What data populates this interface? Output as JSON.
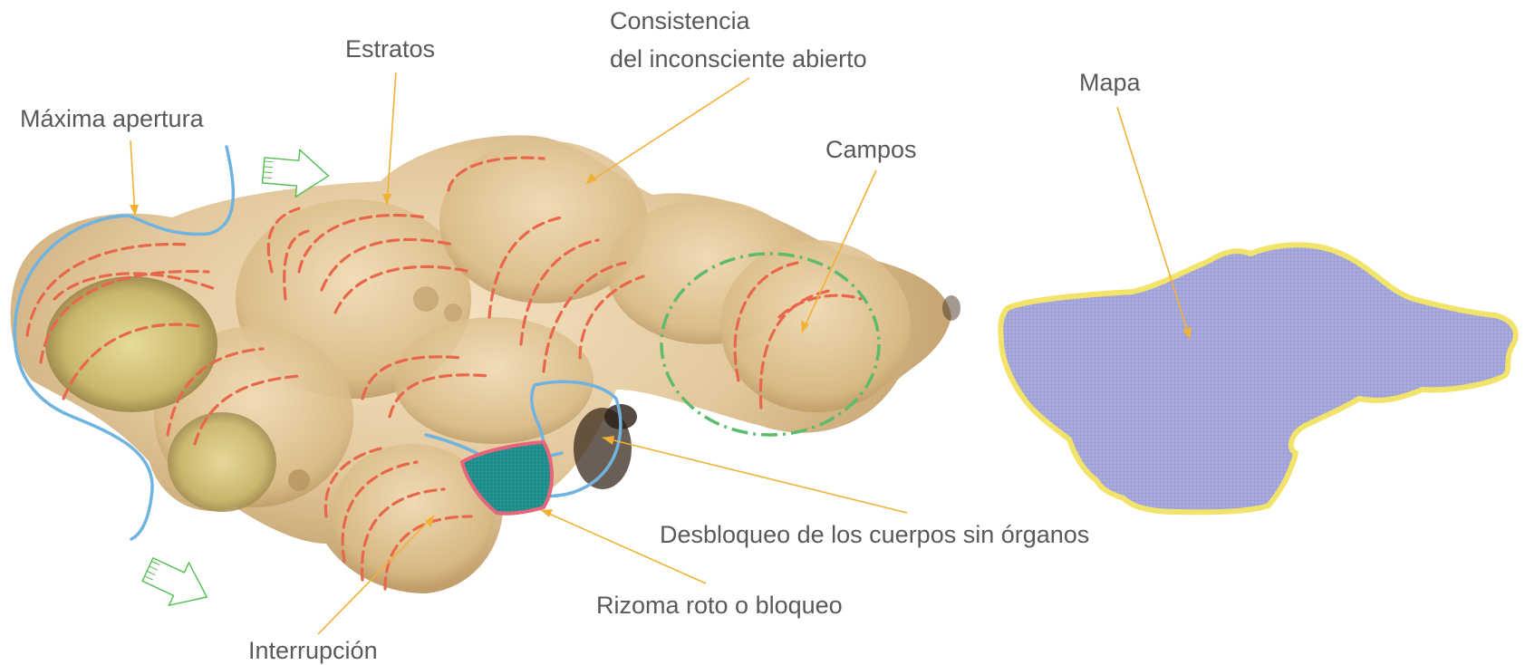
{
  "labels": {
    "estratos": "Estratos",
    "consistencia_1": "Consistencia",
    "consistencia_2": "del inconsciente abierto",
    "maxima_apertura": "Máxima apertura",
    "mapa": "Mapa",
    "campos": "Campos",
    "desbloqueo": "Desbloqueo de los cuerpos sin órganos",
    "rizoma_roto": "Rizoma roto o bloqueo",
    "interrupcion": "Interrupción"
  },
  "colors": {
    "label_text": "#595959",
    "leader_line": "#F2B134",
    "strata_lines": "#E8674A",
    "open_boundary": "#6FB4E0",
    "campos_boundary": "#5DBB6A",
    "blockage_fill": "#1F8A8A",
    "blockage_outline": "#E8647A",
    "map_fill": "#A9ABDD",
    "map_outline": "#F2E36A",
    "flow_arrows": "#4FBF4F",
    "rhizome_body": "#E2C79B"
  },
  "icons": {
    "flow_arrow": "hollow-right-arrow-icon"
  }
}
